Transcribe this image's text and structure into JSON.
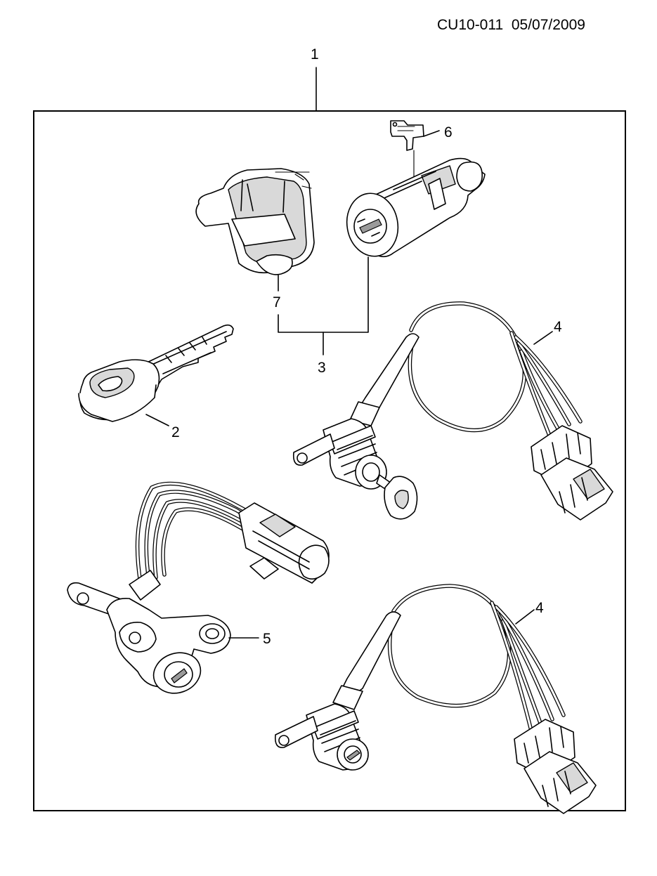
{
  "header": {
    "code": "CU10-011  05/07/2009"
  },
  "callouts": {
    "c1": "1",
    "c2": "2",
    "c3": "3",
    "c4a": "4",
    "c4b": "4",
    "c5": "5",
    "c6": "6",
    "c7": "7"
  }
}
